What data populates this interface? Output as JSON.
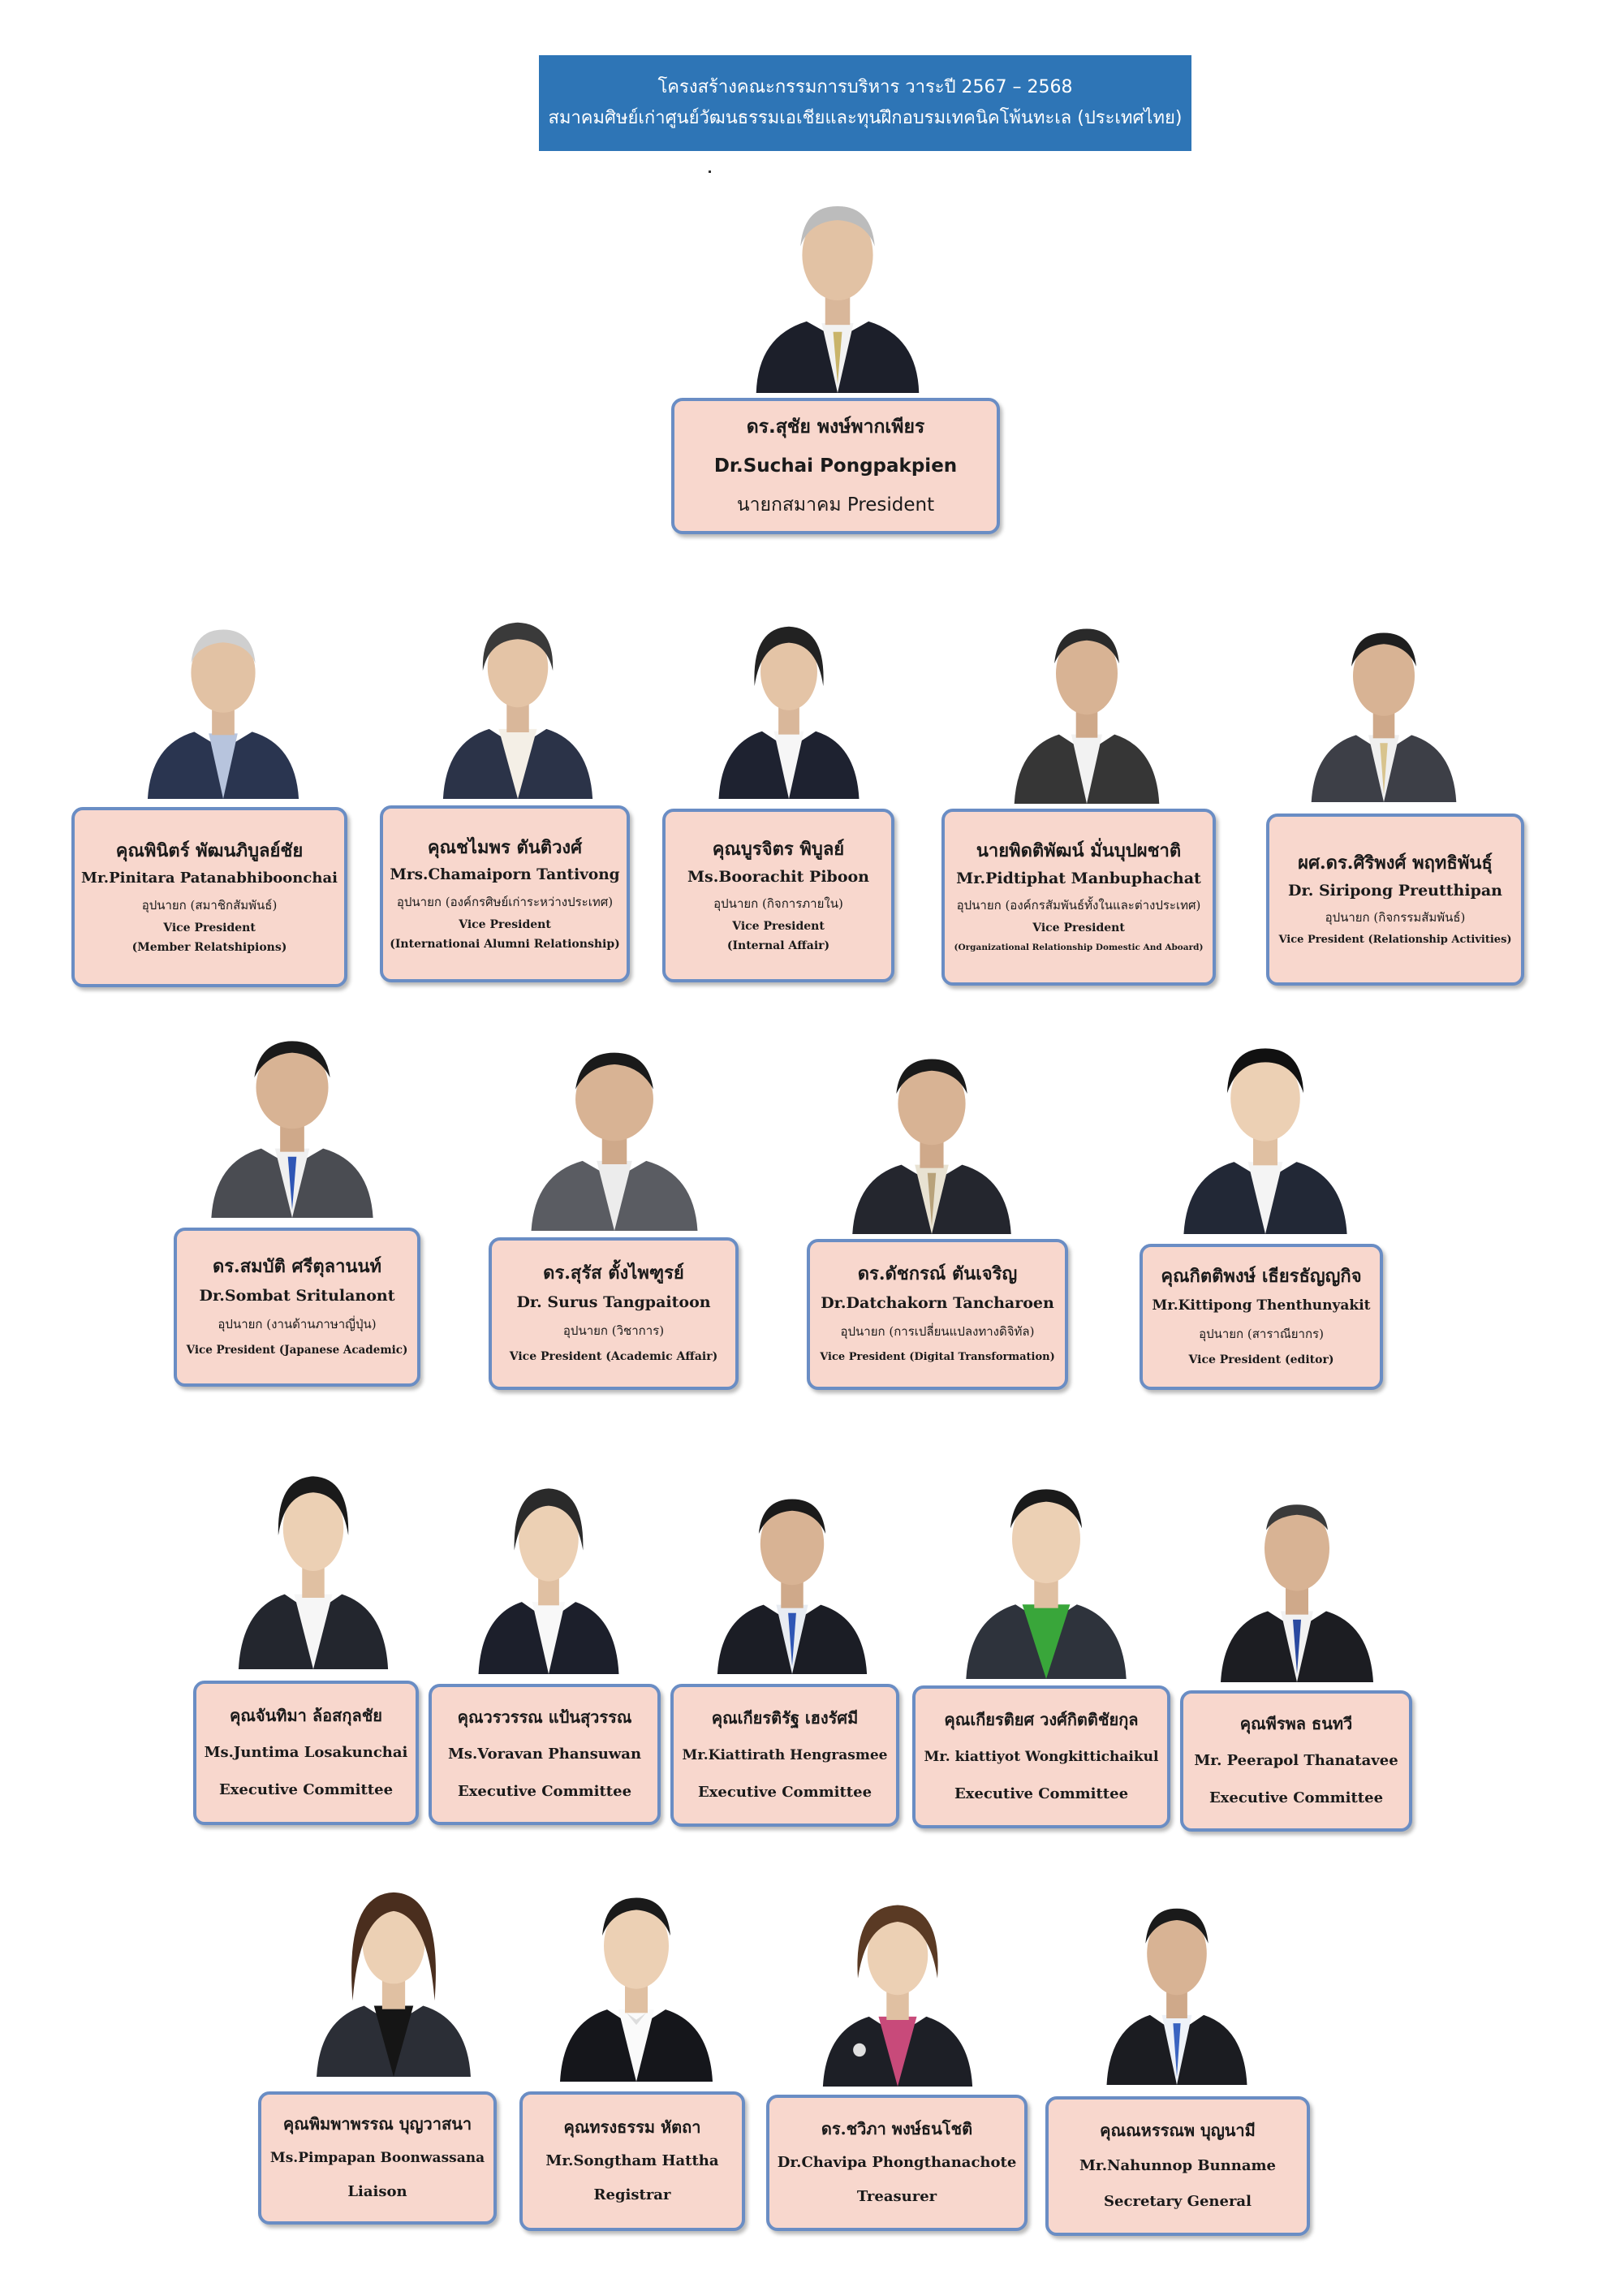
{
  "header": {
    "line1": "โครงสร้างคณะกรรมการบริหาร วาระปี 2567 – 2568",
    "line2": "สมาคมศิษย์เก่าศูนย์วัฒนธรรมเอเชียและทุนฝึกอบรมเทคนิคโพ้นทะเล (ประเทศไทย)"
  },
  "president": {
    "th_name": "ดร.สุชัย พงษ์พากเพียร",
    "en_name": "Dr.Suchai Pongpakpien",
    "position": "นายกสมาคม  President"
  },
  "vice_presidents_row1": [
    {
      "th_name": "คุณพินิตร์  พัฒนภิบูลย์ชัย",
      "en_name": "Mr.Pinitara Patanabhiboonchai",
      "th_position": "อุปนายก (สมาชิกสัมพันธ์)",
      "en_position": "Vice President",
      "en_position_detail": "(Member Relatshipions)"
    },
    {
      "th_name": "คุณชไมพร ตันติวงศ์",
      "en_name": "Mrs.Chamaiporn Tantivong",
      "th_position": "อุปนายก (องค์กรศิษย์เก่าระหว่างประเทศ)",
      "en_position": "Vice President",
      "en_position_detail": "(Internationai Alumni Relationship)"
    },
    {
      "th_name": "คุณบูรจิตร พิบูลย์",
      "en_name": "Ms.Boorachit Piboon",
      "th_position": "อุปนายก  (กิจการภายใน)",
      "en_position": "Vice President",
      "en_position_detail": "(Internal Affair)"
    },
    {
      "th_name": "นายพิดติพัฒน์ มั่นบุปผชาติ",
      "en_name": "Mr.Pidtiphat Manbuphachat",
      "th_position": "อุปนายก (องค์กรสัมพันธ์ทั้งในและต่างประเทศ)",
      "en_position": "Vice President",
      "en_position_detail": "(Organizational Relationship Domestic And Aboard)"
    },
    {
      "th_name": "ผศ.ดร.ศิริพงศ์ พฤทธิพันธุ์",
      "en_name": "Dr. Siripong Preutthipan",
      "th_position": "อุปนายก  (กิจกรรมสัมพันธ์)",
      "en_position": "Vice President  (Relationship Activities)",
      "en_position_detail": ""
    }
  ],
  "vice_presidents_row2": [
    {
      "th_name": "ดร.สมบัติ ศรีตุลานนท์",
      "en_name": "Dr.Sombat Sritulanont",
      "th_position": "อุปนายก  (งานด้านภาษาญี่ปุ่น)",
      "en_position": "Vice President  (Japanese Academic)"
    },
    {
      "th_name": "ดร.สุรัส ตั้งไพฑูรย์",
      "en_name": "Dr. Surus Tangpaitoon",
      "th_position": "อุปนายก  (วิชาการ)",
      "en_position": "Vice President  (Academic Affair)"
    },
    {
      "th_name": "ดร.ดัชกรณ์ ตันเจริญ",
      "en_name": "Dr.Datchakorn Tancharoen",
      "th_position": "อุปนายก (การเปลี่ยนแปลงทางดิจิทัล)",
      "en_position": "Vice President (Digital Transformation)"
    },
    {
      "th_name": "คุณกิตติพงษ์  เธียรธัญญกิจ",
      "en_name": "Mr.Kittipong Thenthunyakit",
      "th_position": "อุปนายก (สาราณียากร)",
      "en_position": "Vice President  (editor)"
    }
  ],
  "executive_committee": [
    {
      "th_name": "คุณจันทิมา ล้อสกุลชัย",
      "en_name": "Ms.Juntima Losakunchai",
      "en_position": "Executive Committee"
    },
    {
      "th_name": "คุณวรวรรณ แป้นสุวรรณ",
      "en_name": "Ms.Voravan Phansuwan",
      "en_position": "Executive Committee"
    },
    {
      "th_name": "คุณเกียรติรัฐ เฮงรัศมี",
      "en_name": "Mr.Kiattirath Hengrasmee",
      "en_position": "Executive Committee"
    },
    {
      "th_name": "คุณเกียรติยศ วงศ์กิตติชัยกุล",
      "en_name": "Mr. kiattiyot Wongkittichaikul",
      "en_position": "Executive Committee"
    },
    {
      "th_name": "คุณพีรพล ธนทวี",
      "en_name": "Mr. Peerapol Thanatavee",
      "en_position": "Executive Committee"
    }
  ],
  "officers": [
    {
      "th_name": "คุณพิมพาพรรณ บุญวาสนา",
      "en_name": "Ms.Pimpapan  Boonwassana",
      "en_position": "Liaison"
    },
    {
      "th_name": "คุณทรงธรรม หัตถา",
      "en_name": "Mr.Songtham  Hattha",
      "en_position": "Registrar"
    },
    {
      "th_name": "ดร.ชวิภา พงษ์ธนโชติ",
      "en_name": "Dr.Chavipa Phongthanachote",
      "en_position": "Treasurer"
    },
    {
      "th_name": "คุณณหรรณพ บุญนามี",
      "en_name": "Mr.Nahunnop Bunname",
      "en_position": "Secretary General"
    }
  ]
}
